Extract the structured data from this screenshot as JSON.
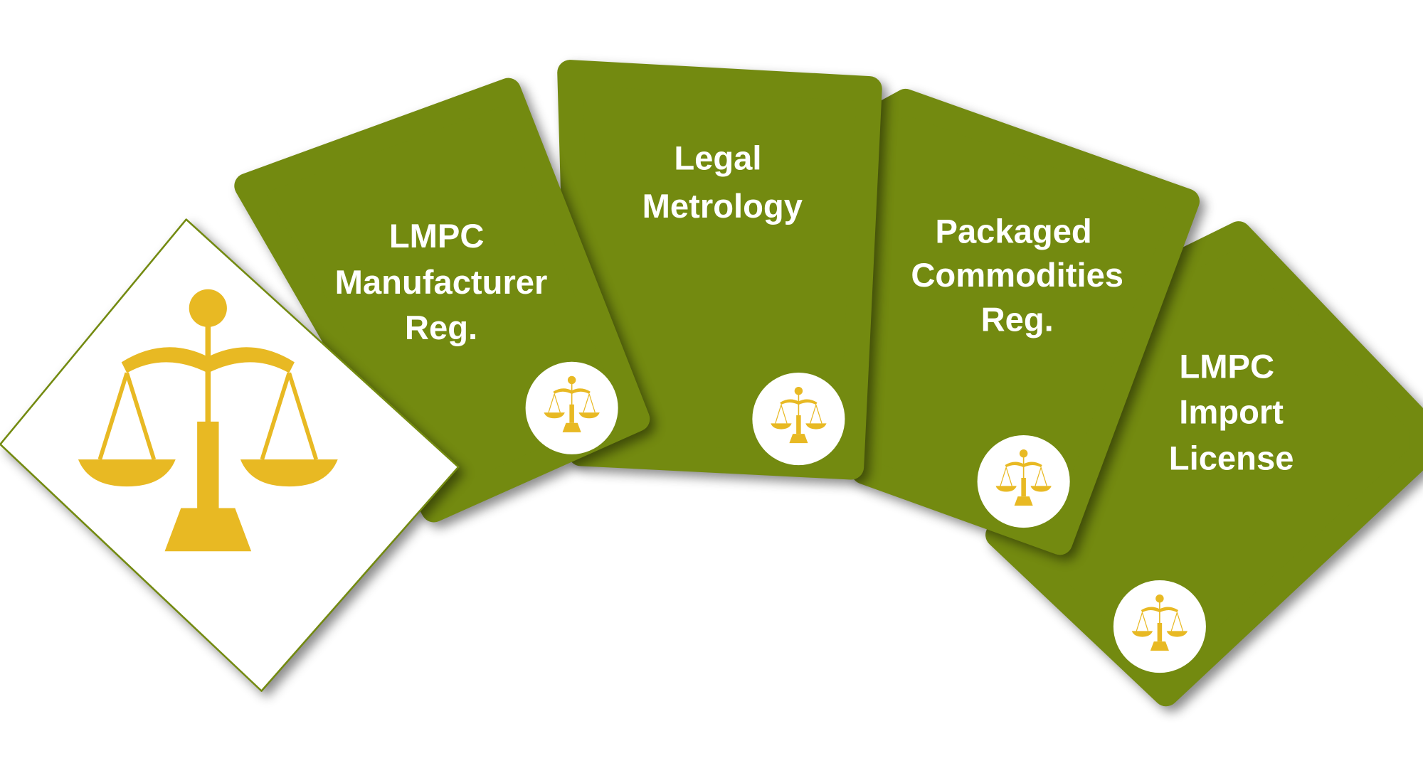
{
  "colors": {
    "card_green": "#738a10",
    "gold": "#e8b923",
    "white": "#ffffff"
  },
  "icon": "scales-of-justice-icon",
  "cards": [
    {
      "lines": [
        "LMPC",
        "Manufacturer",
        "Reg."
      ]
    },
    {
      "lines": [
        "Legal",
        "Metrology"
      ]
    },
    {
      "lines": [
        "Packaged",
        "Commodities",
        "Reg."
      ]
    },
    {
      "lines": [
        "LMPC",
        "Import",
        "License"
      ]
    }
  ]
}
